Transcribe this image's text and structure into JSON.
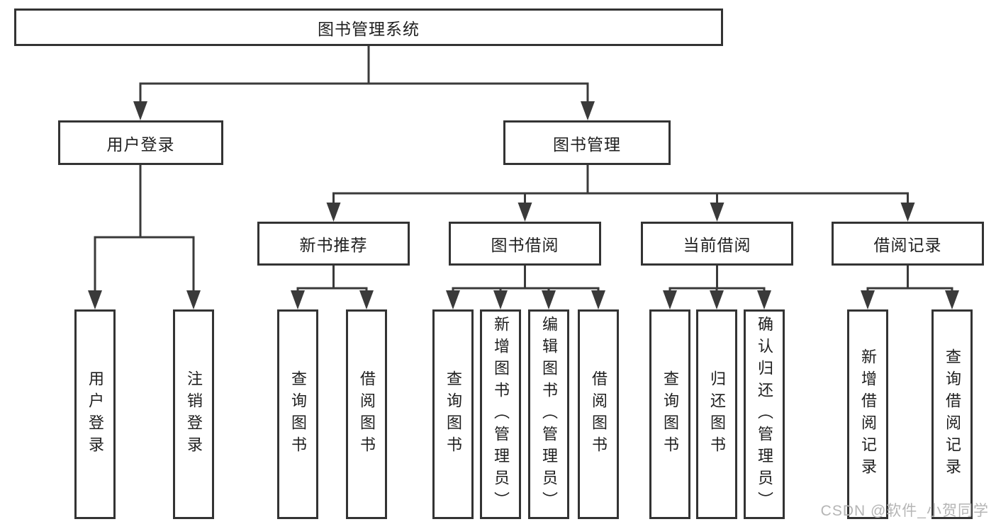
{
  "nodes": {
    "root": "图书管理系统",
    "login_group": "用户登录",
    "book_mgmt": "图书管理",
    "new_book_rec": "新书推荐",
    "book_borrow": "图书借阅",
    "current_borrow": "当前借阅",
    "borrow_records": "借阅记录",
    "user_login": "用户登录",
    "logout": "注销登录",
    "nb_query": "查询图书",
    "nb_borrow": "借阅图书",
    "bb_query": "查询图书",
    "bb_add": "新增图书（管理员）",
    "bb_edit": "编辑图书（管理员）",
    "bb_borrow": "借阅图书",
    "cb_query": "查询图书",
    "cb_return": "归还图书",
    "cb_confirm": "确认归还（管理员）",
    "br_add": "新增借阅记录",
    "br_query": "查询借阅记录"
  },
  "tree": {
    "label": "图书管理系统",
    "children": [
      {
        "label": "用户登录",
        "children": [
          {
            "label": "用户登录"
          },
          {
            "label": "注销登录"
          }
        ]
      },
      {
        "label": "图书管理",
        "children": [
          {
            "label": "新书推荐",
            "children": [
              {
                "label": "查询图书"
              },
              {
                "label": "借阅图书"
              }
            ]
          },
          {
            "label": "图书借阅",
            "children": [
              {
                "label": "查询图书"
              },
              {
                "label": "新增图书（管理员）"
              },
              {
                "label": "编辑图书（管理员）"
              },
              {
                "label": "借阅图书"
              }
            ]
          },
          {
            "label": "当前借阅",
            "children": [
              {
                "label": "查询图书"
              },
              {
                "label": "归还图书"
              },
              {
                "label": "确认归还（管理员）"
              }
            ]
          },
          {
            "label": "借阅记录",
            "children": [
              {
                "label": "新增借阅记录"
              },
              {
                "label": "查询借阅记录"
              }
            ]
          }
        ]
      }
    ]
  },
  "watermark": {
    "text": "CSDN @软件_小贺同学"
  },
  "colors": {
    "line": "#3a3a3a",
    "box_border": "#333333",
    "text": "#1f1f1f",
    "watermark": "#b5b5b5",
    "background": "#ffffff"
  }
}
